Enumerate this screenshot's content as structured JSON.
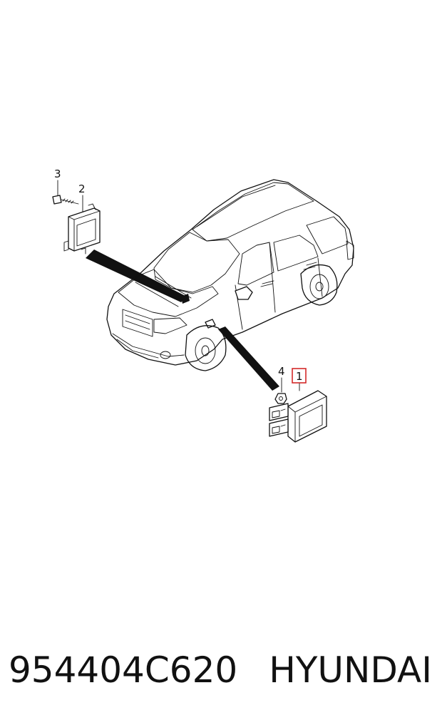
{
  "callouts": {
    "c1": "1",
    "c2": "2",
    "c3": "3",
    "c4": "4"
  },
  "highlight_color": "#d42a2a",
  "caption": {
    "part_number": "954404C620",
    "brand": "HYUNDAI"
  }
}
